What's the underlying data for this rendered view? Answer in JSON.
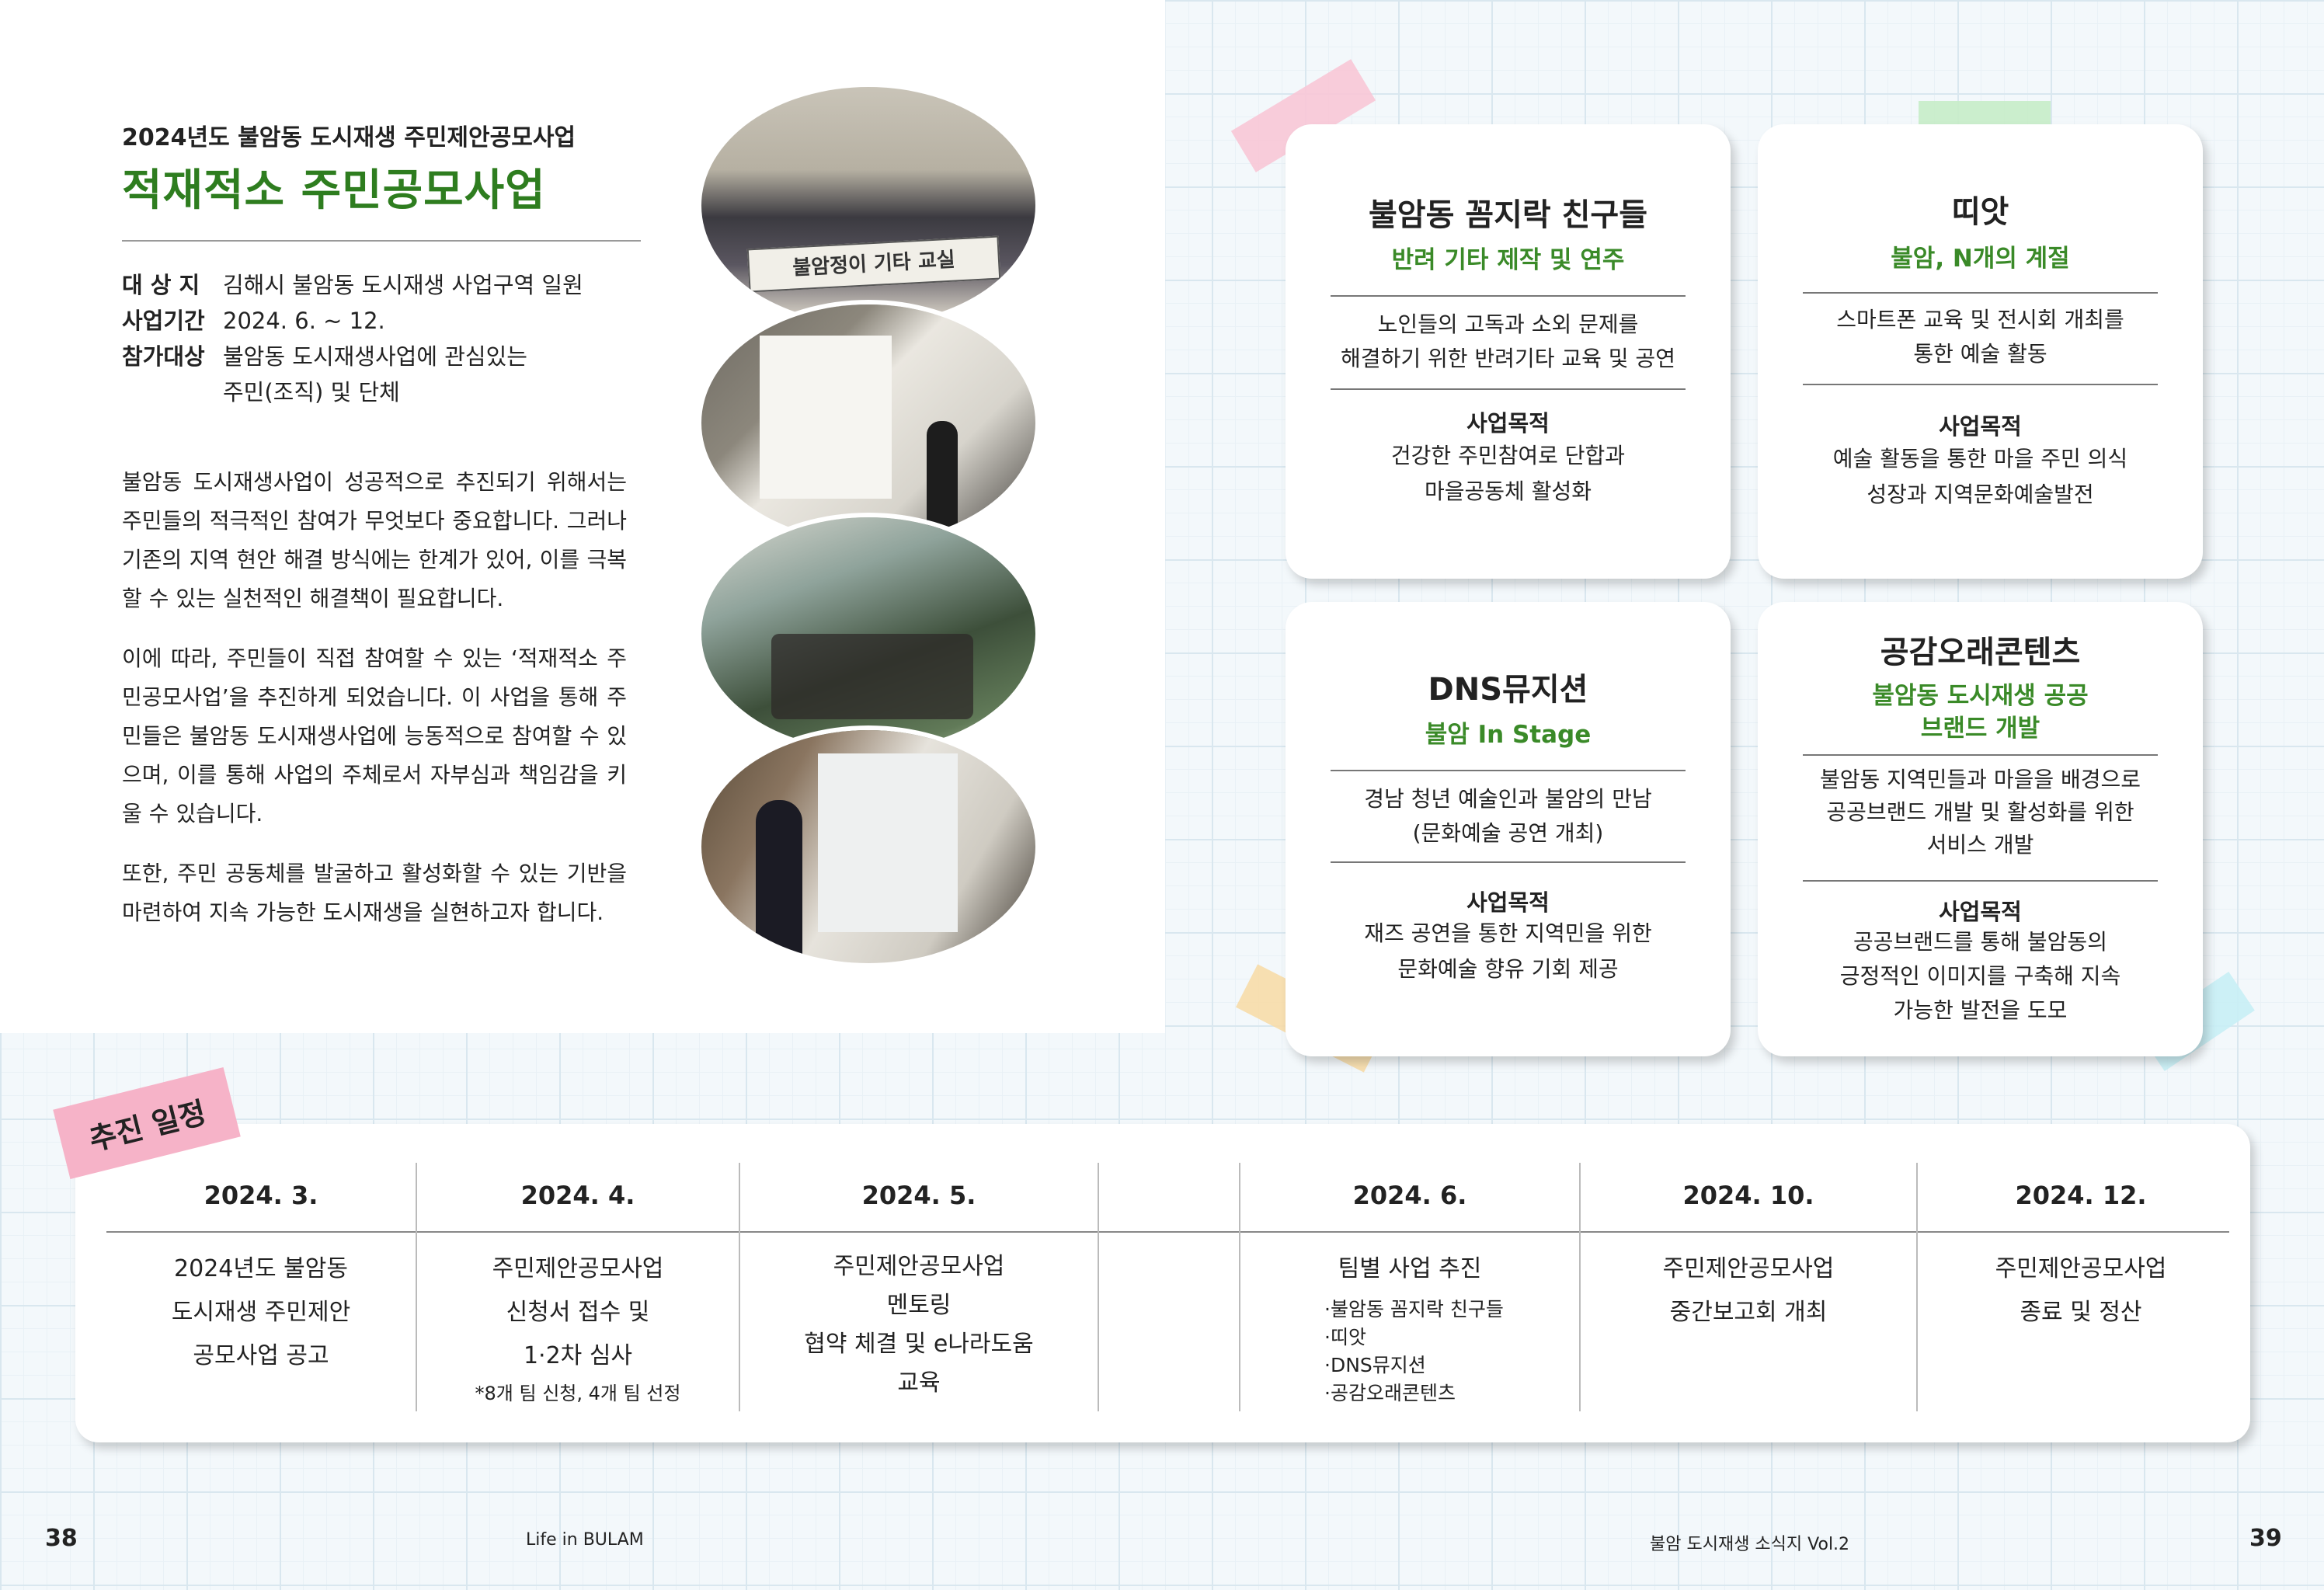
{
  "left_page": {
    "kicker": "2024년도 불암동 도시재생 주민제안공모사업",
    "title": "적재적소 주민공모사업",
    "info": [
      {
        "label": "대 상 지",
        "value": "김해시 불암동 도시재생 사업구역 일원"
      },
      {
        "label": "사업기간",
        "value": "2024. 6. ~ 12."
      },
      {
        "label": "참가대상",
        "value": "불암동 도시재생사업에 관심있는",
        "value2": "주민(조직) 및 단체"
      }
    ],
    "paragraphs": [
      " 불암동 도시재생사업이 성공적으로 추진되기 위해서는 주민들의 적극적인 참여가 무엇보다 중요합니다. 그러나 기존의 지역 현안 해결 방식에는 한계가 있어, 이를 극복할 수 있는 실천적인 해결책이 필요합니다.",
      " 이에 따라, 주민들이 직접 참여할 수 있는 ‘적재적소 주민공모사업’을 추진하게 되었습니다. 이 사업을 통해 주민들은 불암동 도시재생사업에 능동적으로 참여할 수 있으며, 이를 통해 사업의 주체로서 자부심과 책임감을 키울 수 있습니다.",
      " 또한, 주민 공동체를 발굴하고 활성화할 수 있는 기반을 마련하여 지속 가능한 도시재생을 실현하고자 합니다."
    ],
    "photo_banner": "불암정이 기타 교실"
  },
  "cards": [
    {
      "title": "불암동 꼼지락 친구들",
      "subtitle": "반려 기타 제작 및 연주",
      "desc": [
        "노인들의 고독과 소외 문제를",
        "해결하기 위한 반려기타 교육 및 공연"
      ],
      "goal_title": "사업목적",
      "goal": [
        "건강한 주민참여로 단합과",
        "마을공동체 활성화"
      ]
    },
    {
      "title": "띠앗",
      "subtitle": "불암, N개의 계절",
      "desc": [
        "스마트폰 교육 및 전시회 개최를",
        "통한 예술 활동"
      ],
      "goal_title": "사업목적",
      "goal": [
        "예술 활동을 통한 마을 주민 의식",
        "성장과 지역문화예술발전"
      ]
    },
    {
      "title": "DNS뮤지션",
      "subtitle": "불암 In Stage",
      "desc": [
        "경남 청년 예술인과 불암의 만남",
        "(문화예술 공연 개최)"
      ],
      "goal_title": "사업목적",
      "goal": [
        "재즈 공연을 통한 지역민을 위한",
        "문화예술 향유 기회 제공"
      ]
    },
    {
      "title": "공감오래콘텐츠",
      "subtitle": [
        "불암동 도시재생 공공",
        "브랜드 개발"
      ],
      "desc": [
        "불암동 지역민들과 마을을 배경으로",
        "공공브랜드 개발 및 활성화를 위한",
        "서비스 개발"
      ],
      "goal_title": "사업목적",
      "goal": [
        "공공브랜드를 통해 불암동의",
        "긍정적인 이미지를 구축해 지속",
        "가능한 발전을 도모"
      ]
    }
  ],
  "schedule": {
    "label": "추진 일정",
    "columns": [
      {
        "date": "2024. 3.",
        "lines": [
          "2024년도 불암동",
          "도시재생 주민제안",
          "공모사업 공고"
        ]
      },
      {
        "date": "2024. 4.",
        "lines": [
          "주민제안공모사업",
          "신청서 접수 및",
          "1·2차 심사"
        ],
        "note": "*8개 팀 신청, 4개 팀 선정"
      },
      {
        "date": "2024. 5.",
        "lines": [
          "주민제안공모사업",
          "멘토링",
          "협약 체결 및 e나라도움",
          "교육"
        ]
      },
      {
        "date": "2024. 6.",
        "lines": [
          "팀별 사업 추진"
        ],
        "list": [
          "·불암동 꼼지락 친구들",
          "·띠앗",
          "·DNS뮤지션",
          "·공감오래콘텐츠"
        ]
      },
      {
        "date": "2024. 10.",
        "lines": [
          "주민제안공모사업",
          "중간보고회 개최"
        ]
      },
      {
        "date": "2024. 12.",
        "lines": [
          "주민제안공모사업",
          "종료 및 정산"
        ]
      }
    ]
  },
  "footer": {
    "left_page_num": "38",
    "left_text": "Life in BULAM",
    "right_text": "불암 도시재생 소식지 Vol.2",
    "right_page_num": "39"
  },
  "colors": {
    "title_green": "#2e7d1f",
    "subtitle_green": "#3a8a28",
    "tape_pink": "#f6b3c8",
    "tape_green": "#bfe6c0",
    "tape_yellow": "#f7dca8",
    "tape_cyan": "#c8eef5"
  }
}
